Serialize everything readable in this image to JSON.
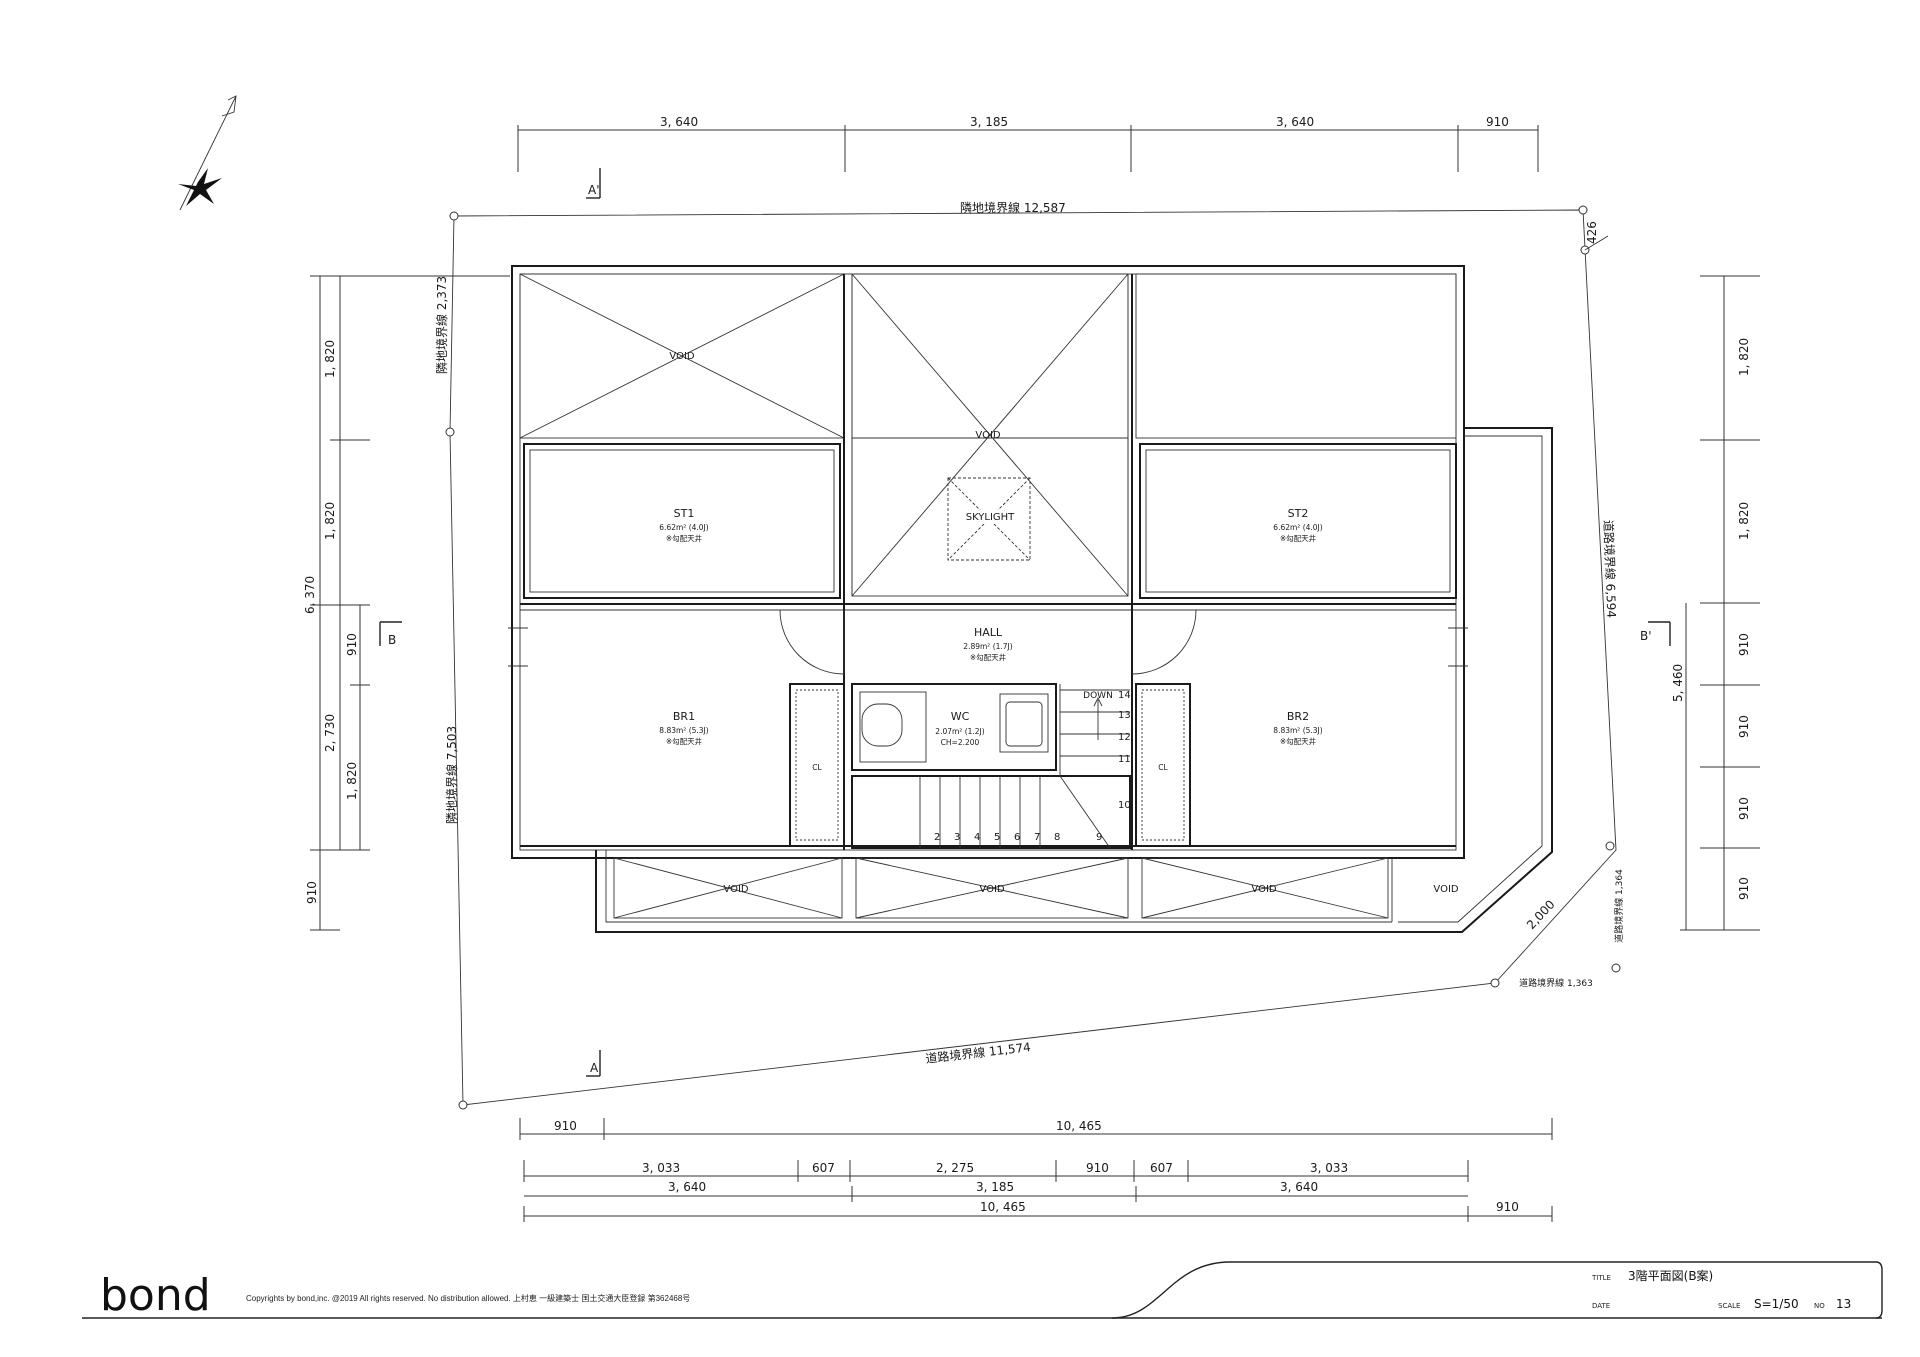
{
  "drawing": {
    "dims_top": [
      "3, 640",
      "3, 185",
      "3, 640",
      "910"
    ],
    "dims_left": [
      "1, 820",
      "1, 820",
      "910",
      "1, 820",
      "910"
    ],
    "dims_left_total": "6, 370",
    "dims_left_sub": "2, 730",
    "dims_right": [
      "1, 820",
      "1, 820",
      "910",
      "910",
      "910",
      "910"
    ],
    "dims_right_total": "5, 460",
    "dims_bottom_row1": [
      "910",
      "10, 465"
    ],
    "dims_bottom_row2": [
      "3, 033",
      "607",
      "2, 275",
      "910",
      "607",
      "3, 033"
    ],
    "dims_bottom_row3": [
      "3, 640",
      "3, 185",
      "3, 640"
    ],
    "dims_bottom_row4": [
      "10, 465",
      "910"
    ],
    "boundary_top": "隣地境界線 12,587",
    "boundary_left_top": "隣地境界線 2,373",
    "boundary_left": "隣地境界線 7,503",
    "boundary_right": "道路境界線 6,594",
    "boundary_bottom": "道路境界線 11,574",
    "boundary_diag": "2,000",
    "boundary_br1": "道路境界線 1,364",
    "boundary_br2": "道路境界線 1,363",
    "boundary_top_right": "426",
    "section_a_top": "A'",
    "section_a_bottom": "A",
    "section_b_left": "B",
    "section_b_right": "B'",
    "rooms": {
      "st1": {
        "name": "ST1",
        "area": "6.62m² (4.0J)",
        "note": "※勾配天井"
      },
      "st2": {
        "name": "ST2",
        "area": "6.62m² (4.0J)",
        "note": "※勾配天井"
      },
      "br1": {
        "name": "BR1",
        "area": "8.83m² (5.3J)",
        "note": "※勾配天井"
      },
      "br2": {
        "name": "BR2",
        "area": "8.83m² (5.3J)",
        "note": "※勾配天井"
      },
      "hall": {
        "name": "HALL",
        "area": "2.89m² (1.7J)",
        "note": "※勾配天井"
      },
      "wc": {
        "name": "WC",
        "area": "2.07m² (1.2J)",
        "note": "CH=2.200"
      }
    },
    "void_label": "VOID",
    "skylight": "SKYLIGHT",
    "down": "DOWN",
    "cl": "CL",
    "stair_numbers": [
      "2",
      "3",
      "4",
      "5",
      "6",
      "7",
      "8",
      "9",
      "10",
      "11",
      "12",
      "13",
      "14"
    ]
  },
  "footer": {
    "brand": "bond",
    "copyright": "Copyrights by bond,inc. @2019 All rights reserved. No distribution allowed.  上村恵  一級建築士 国土交通大臣登録 第362468号",
    "title_label": "TITLE",
    "title_value": "3階平面図(B案)",
    "date_label": "DATE",
    "scale_label": "SCALE",
    "scale_value": "S=1/50",
    "no_label": "NO",
    "no_value": "13"
  }
}
